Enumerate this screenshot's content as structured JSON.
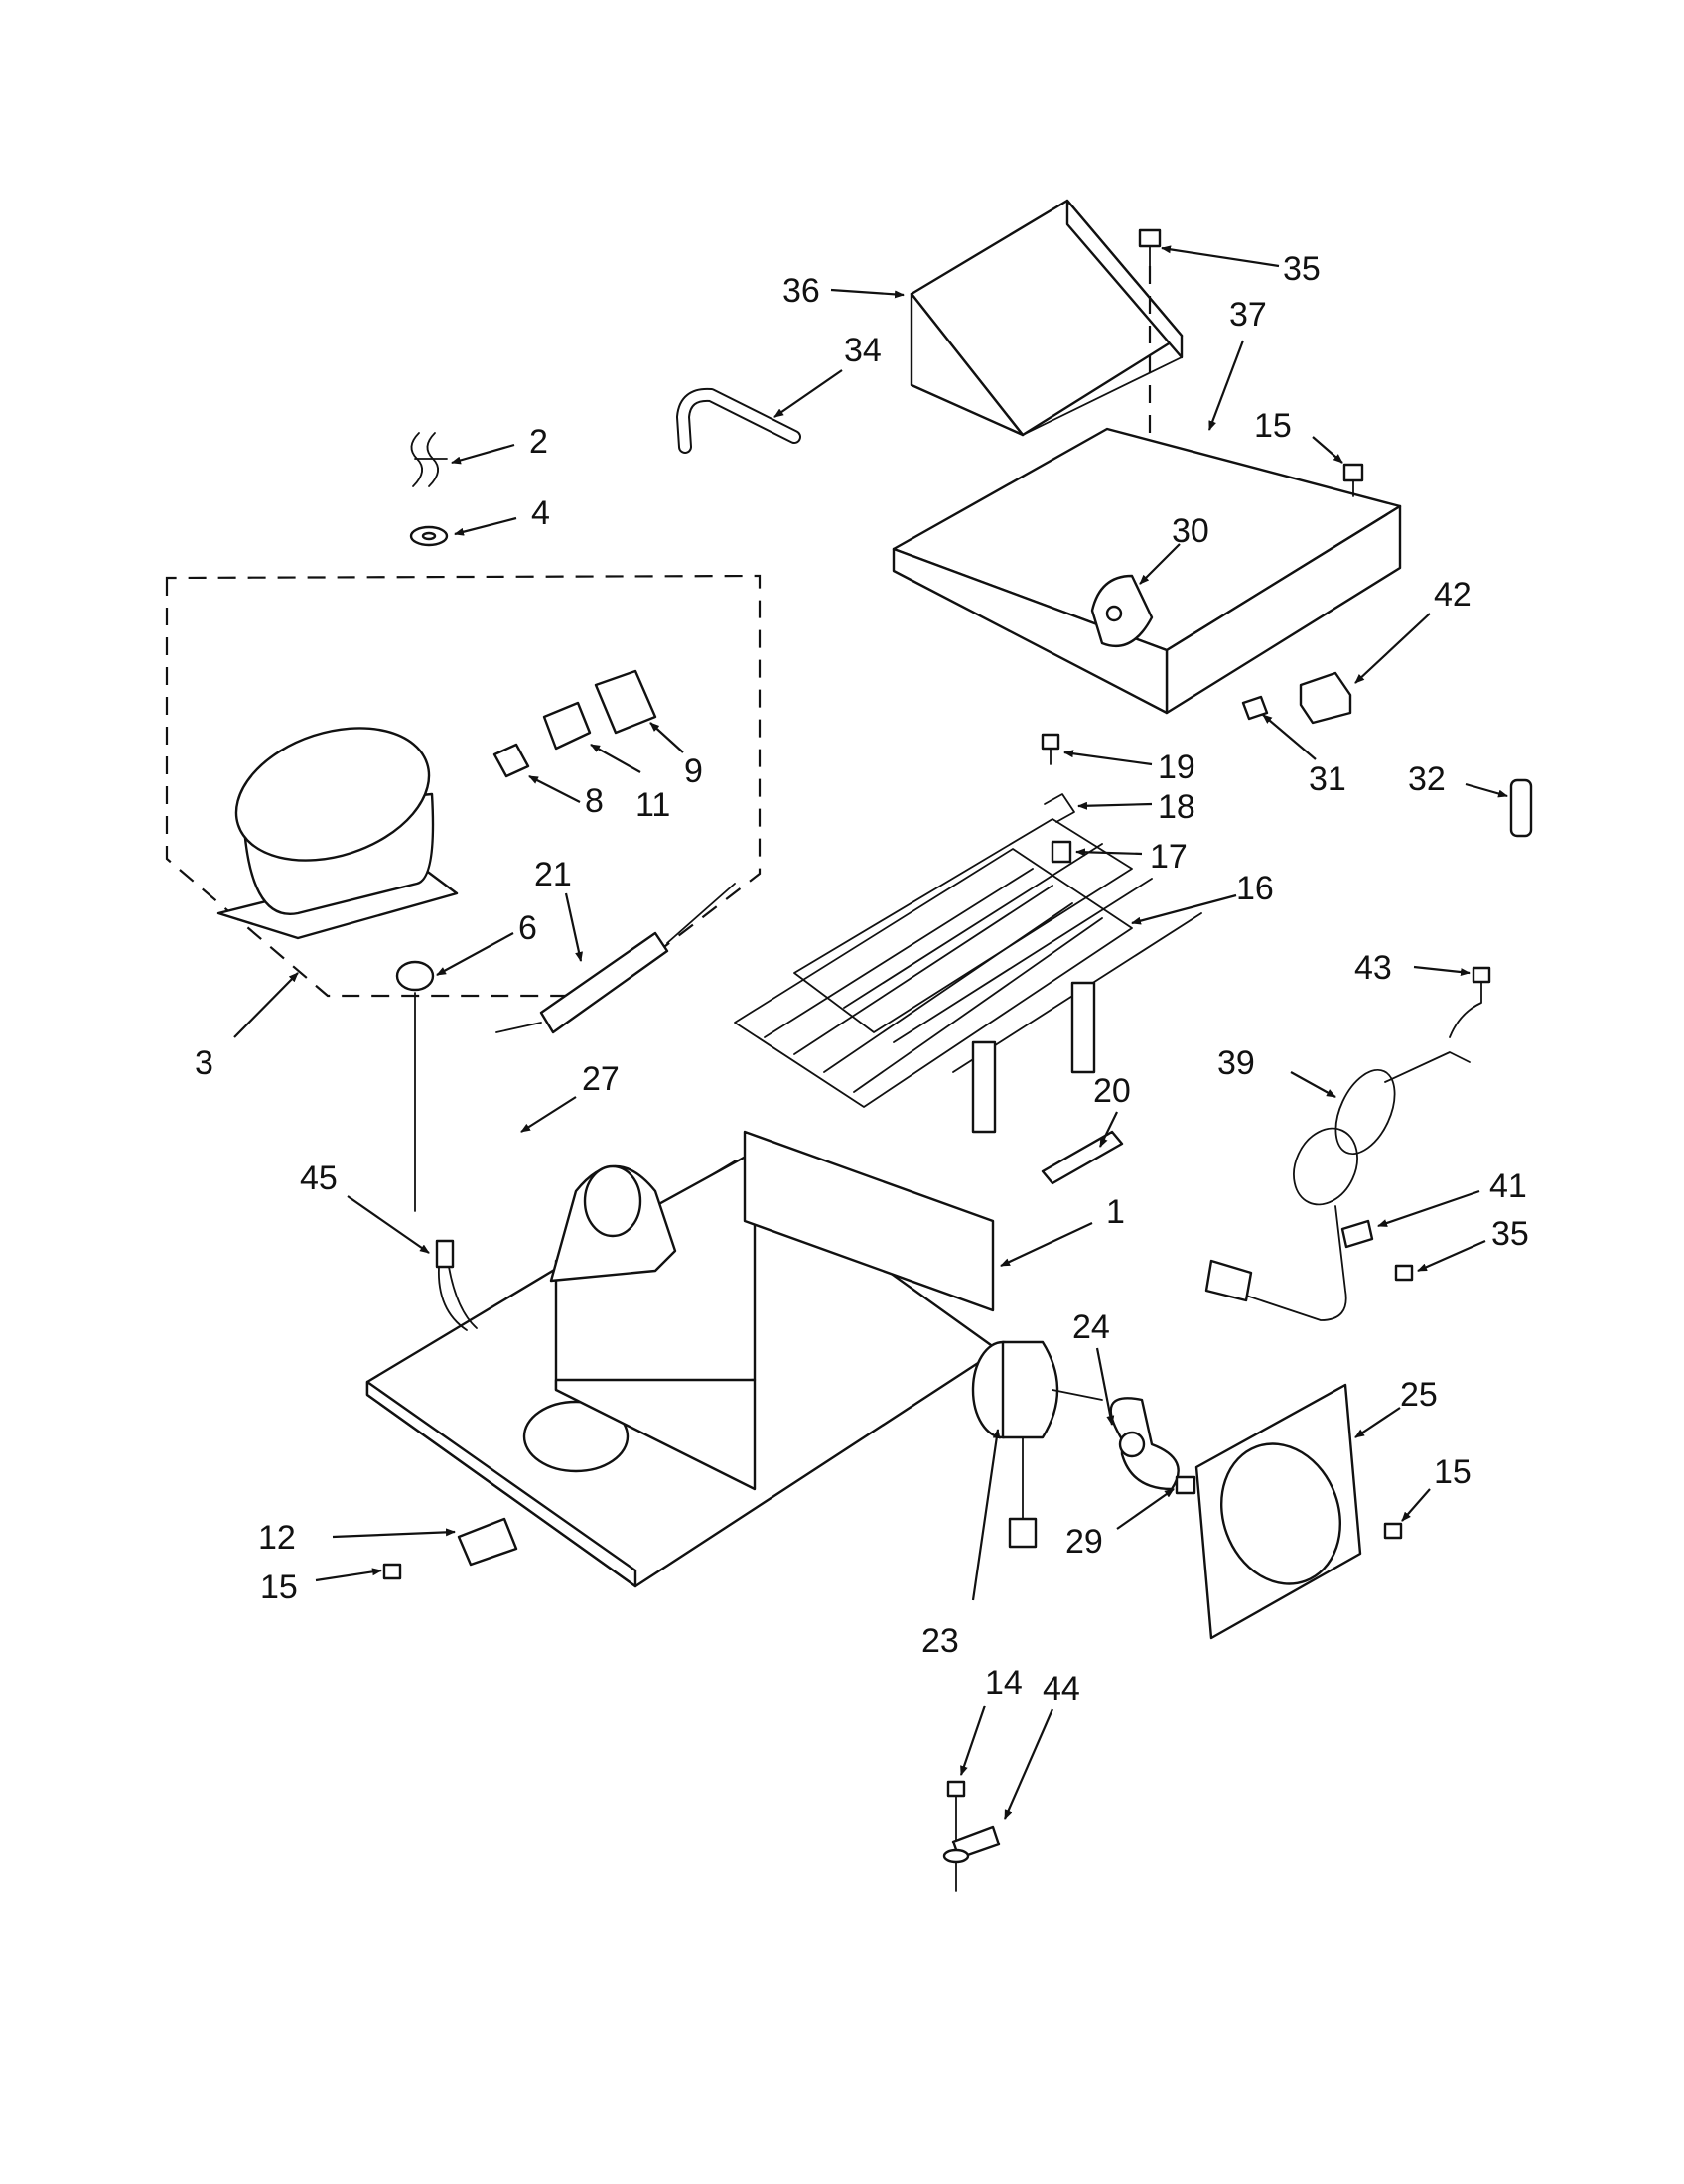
{
  "colors": {
    "ink": "#111111",
    "paper": "#ffffff"
  },
  "callouts": [
    {
      "id": "c36",
      "label": "36"
    },
    {
      "id": "c35a",
      "label": "35"
    },
    {
      "id": "c34",
      "label": "34"
    },
    {
      "id": "c37",
      "label": "37"
    },
    {
      "id": "c2",
      "label": "2"
    },
    {
      "id": "c15a",
      "label": "15"
    },
    {
      "id": "c4",
      "label": "4"
    },
    {
      "id": "c30",
      "label": "30"
    },
    {
      "id": "c42",
      "label": "42"
    },
    {
      "id": "c9",
      "label": "9"
    },
    {
      "id": "c11",
      "label": "11"
    },
    {
      "id": "c8",
      "label": "8"
    },
    {
      "id": "c19",
      "label": "19"
    },
    {
      "id": "c31",
      "label": "31"
    },
    {
      "id": "c32",
      "label": "32"
    },
    {
      "id": "c18",
      "label": "18"
    },
    {
      "id": "c17",
      "label": "17"
    },
    {
      "id": "c21",
      "label": "21"
    },
    {
      "id": "c16",
      "label": "16"
    },
    {
      "id": "c6",
      "label": "6"
    },
    {
      "id": "c43",
      "label": "43"
    },
    {
      "id": "c3",
      "label": "3"
    },
    {
      "id": "c39",
      "label": "39"
    },
    {
      "id": "c27",
      "label": "27"
    },
    {
      "id": "c20",
      "label": "20"
    },
    {
      "id": "c45",
      "label": "45"
    },
    {
      "id": "c1",
      "label": "1"
    },
    {
      "id": "c41",
      "label": "41"
    },
    {
      "id": "c35b",
      "label": "35"
    },
    {
      "id": "c24",
      "label": "24"
    },
    {
      "id": "c25",
      "label": "25"
    },
    {
      "id": "c15b",
      "label": "15"
    },
    {
      "id": "c12",
      "label": "12"
    },
    {
      "id": "c29",
      "label": "29"
    },
    {
      "id": "c15c",
      "label": "15"
    },
    {
      "id": "c23",
      "label": "23"
    },
    {
      "id": "c14",
      "label": "14"
    },
    {
      "id": "c44",
      "label": "44"
    }
  ]
}
